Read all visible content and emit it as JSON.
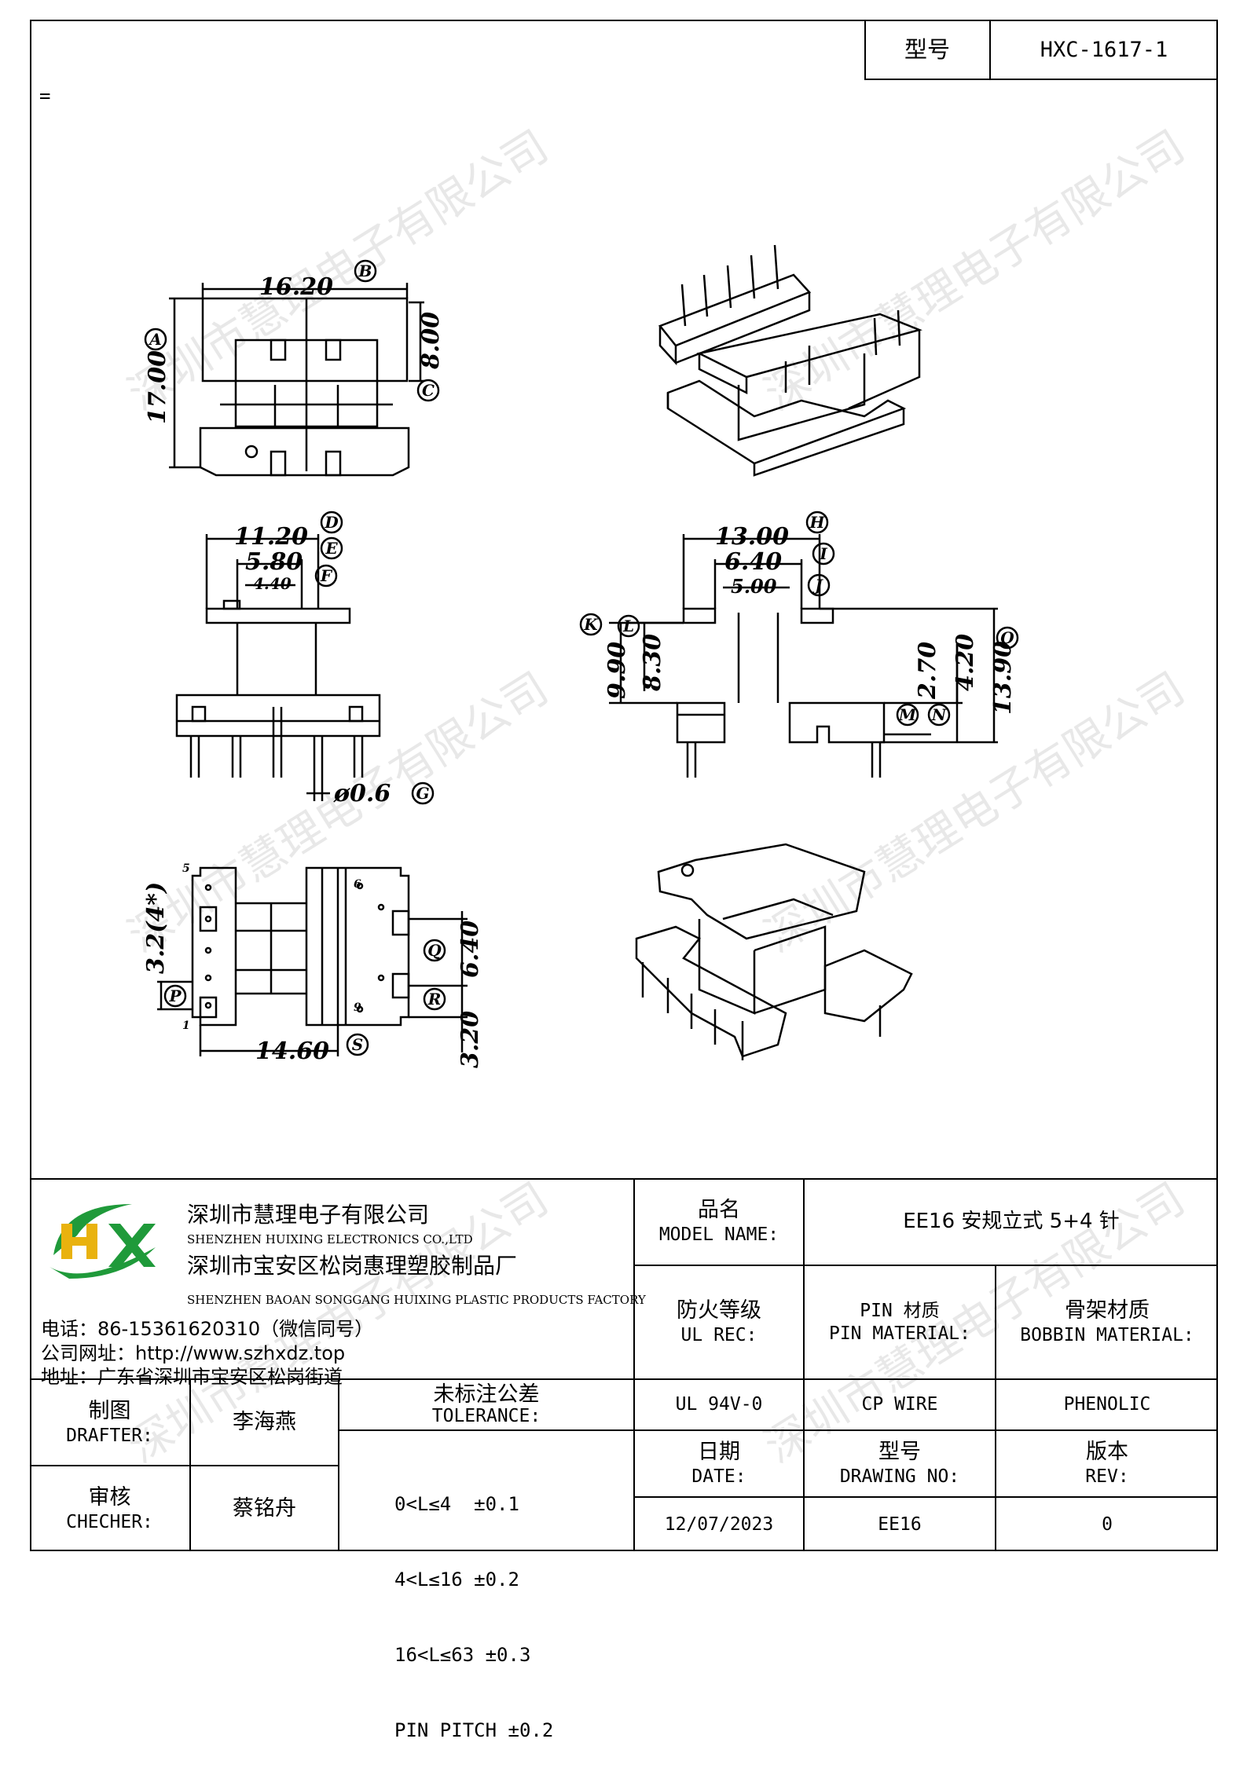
{
  "header": {
    "model_label": "型号",
    "model_value": "HXC-1617-1",
    "stray_mark": "="
  },
  "watermark": "深圳市慧理电子有限公司",
  "drawing": {
    "top_view": {
      "width_dim": "16.20",
      "width_tag": "B",
      "height_dim": "17.00",
      "height_tag": "A",
      "right_dim": "8.00",
      "right_tag": "C"
    },
    "side_view": {
      "d_dim": "11.20",
      "d_tag": "D",
      "e_dim": "5.80",
      "e_tag": "E",
      "f_dim": "4.40",
      "f_tag": "F",
      "pin_dim": "ø0.6",
      "pin_tag": "G"
    },
    "front_view": {
      "h_dim": "13.00",
      "h_tag": "H",
      "i_dim": "6.40",
      "i_tag": "I",
      "j_dim": "5.00",
      "j_tag": "J",
      "k_dim": "9.90",
      "k_tag": "K",
      "l_dim": "8.30",
      "l_tag": "L",
      "m_dim": "2.70",
      "m_tag": "M",
      "n_dim": "4.20",
      "n_tag": "N",
      "o_dim": "13.90",
      "o_tag": "O"
    },
    "bottom_view": {
      "p_dim": "3.2(4*)",
      "p_tag": "P",
      "q_dim": "6.40",
      "q_tag": "Q",
      "r_tag": "R",
      "r_dim": "3.20",
      "s_dim": "14.60",
      "s_tag": "S",
      "pin1": "1",
      "pin5": "5",
      "pin6": "6",
      "pin9": "9"
    }
  },
  "company": {
    "logo_text": "HX",
    "name_cn": "深圳市慧理电子有限公司",
    "name_en": "SHENZHEN HUIXING ELECTRONICS CO.,LTD",
    "factory_cn": "深圳市宝安区松岗惠理塑胶制品厂",
    "factory_en": "SHENZHEN BAOAN SONGGANG HUIXING PLASTIC PRODUCTS FACTORY",
    "phone": "电话：86-15361620310（微信同号）",
    "website": "公司网址：http://www.szhxdz.top",
    "address": "地址：广东省深圳市宝安区松岗街道"
  },
  "table": {
    "model_name_cn": "品名",
    "model_name_en": "MODEL NAME:",
    "model_name_value": "EE16 安规立式 5+4 针",
    "ul_cn": "防火等级",
    "ul_en": "UL REC:",
    "pin_cn": "PIN 材质",
    "pin_en": "PIN MATERIAL:",
    "bobbin_cn": "骨架材质",
    "bobbin_en": "BOBBIN MATERIAL:",
    "ul_value": "UL 94V-0",
    "pin_value": "CP WIRE",
    "bobbin_value": "PHENOLIC",
    "drafter_cn": "制图",
    "drafter_en": "DRAFTER:",
    "drafter_name": "李海燕",
    "checker_cn": "审核",
    "checker_en": "CHECHER:",
    "checker_name": "蔡铭舟",
    "tolerance_cn": "未标注公差",
    "tolerance_en": "TOLERANCE:",
    "tolerances": [
      "0<L≤4  ±0.1",
      "4<L≤16 ±0.2",
      "16<L≤63 ±0.3",
      "PIN PITCH ±0.2"
    ],
    "date_cn": "日期",
    "date_en": "DATE:",
    "date_value": "12/07/2023",
    "drawing_no_cn": "型号",
    "drawing_no_en": "DRAWING NO:",
    "drawing_no_value": "EE16",
    "rev_cn": "版本",
    "rev_en": "REV:",
    "rev_value": "0"
  }
}
